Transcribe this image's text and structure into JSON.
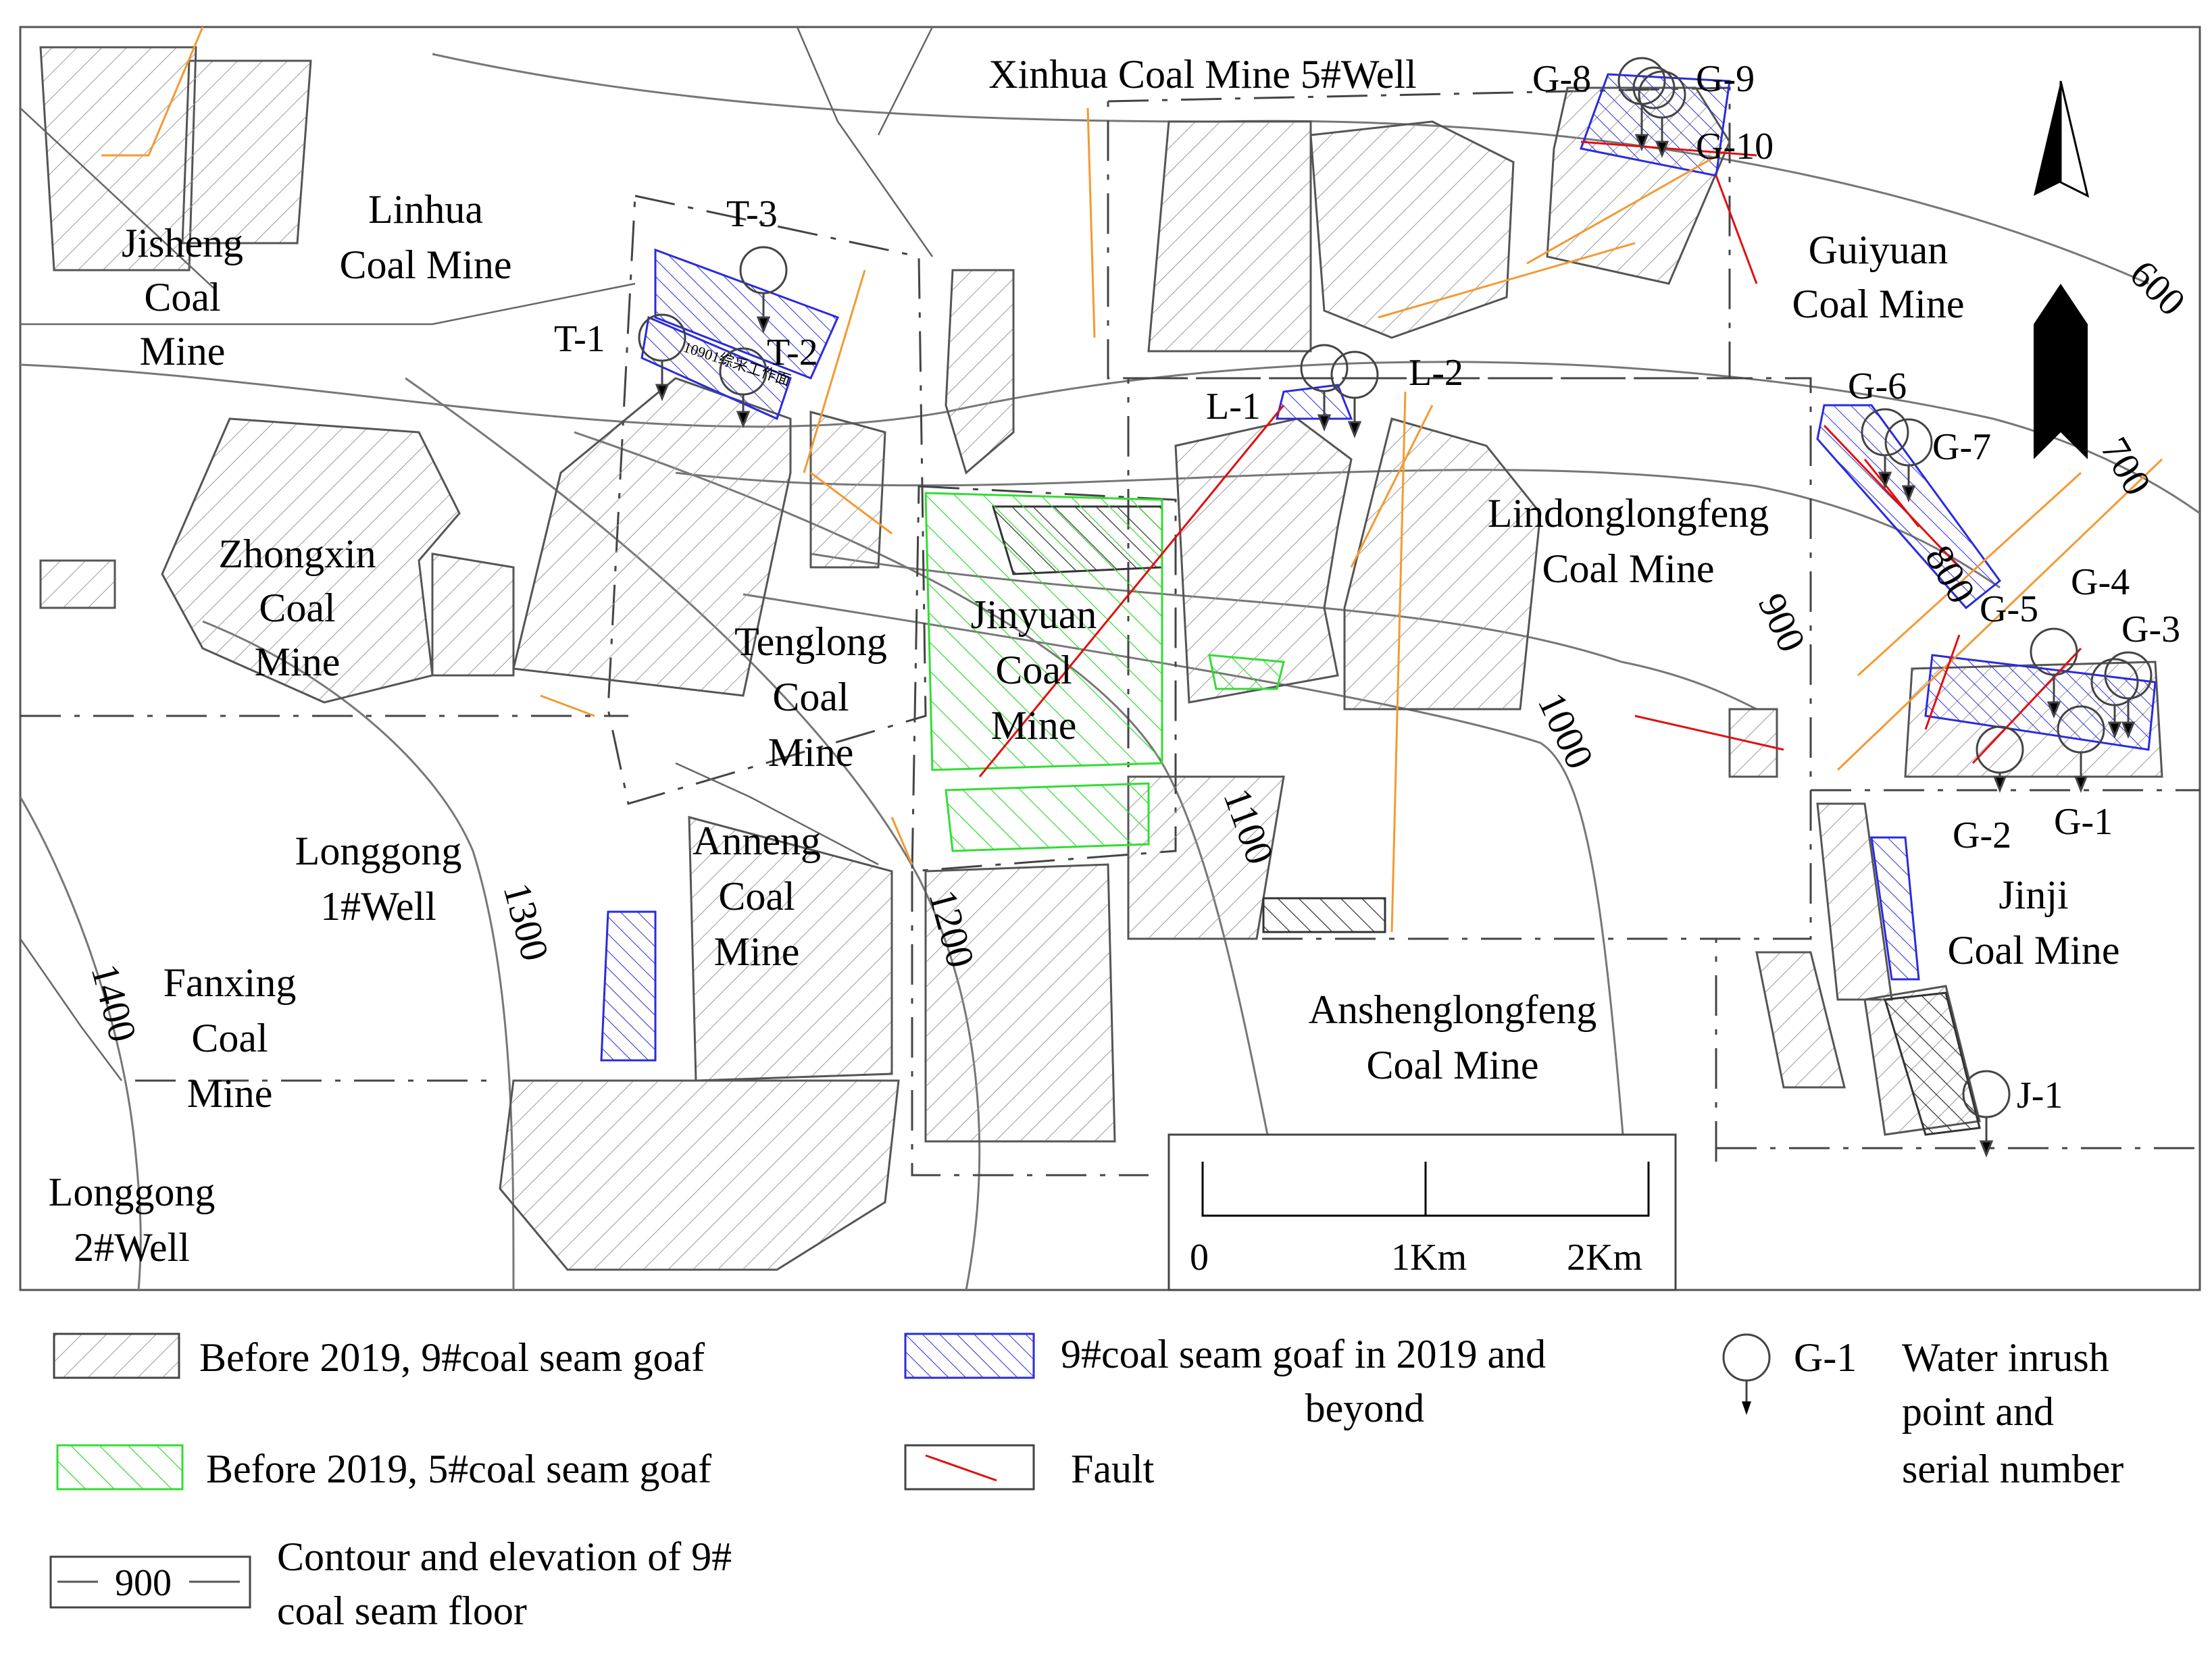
{
  "mines": [
    {
      "id": "jisheng",
      "lines": [
        "Jisheng",
        "Coal",
        "Mine"
      ]
    },
    {
      "id": "linhua",
      "lines": [
        "Linhua",
        "Coal Mine"
      ]
    },
    {
      "id": "xinhua",
      "lines": [
        "Xinhua Coal Mine 5#Well"
      ]
    },
    {
      "id": "guiyuan",
      "lines": [
        "Guiyuan",
        "Coal Mine"
      ]
    },
    {
      "id": "zhongxin",
      "lines": [
        "Zhongxin",
        "Coal",
        "Mine"
      ]
    },
    {
      "id": "tenglong",
      "lines": [
        "Tenglong",
        "Coal",
        "Mine"
      ]
    },
    {
      "id": "jinyuan",
      "lines": [
        "Jinyuan",
        "Coal",
        "Mine"
      ]
    },
    {
      "id": "lindonglongfeng",
      "lines": [
        "Lindonglongfeng",
        "Coal Mine"
      ]
    },
    {
      "id": "longgong1",
      "lines": [
        "Longgong",
        "1#Well"
      ]
    },
    {
      "id": "anneng",
      "lines": [
        "Anneng",
        "Coal",
        "Mine"
      ]
    },
    {
      "id": "fanxing",
      "lines": [
        "Fanxing",
        "Coal",
        "Mine"
      ]
    },
    {
      "id": "longgong2",
      "lines": [
        "Longgong",
        "2#Well"
      ]
    },
    {
      "id": "anshenglongfeng",
      "lines": [
        "Anshenglongfeng",
        "Coal Mine"
      ]
    },
    {
      "id": "jinji",
      "lines": [
        "Jinji",
        "Coal Mine"
      ]
    }
  ],
  "water_inrush_points": [
    "G-1",
    "G-2",
    "G-3",
    "G-4",
    "G-5",
    "G-6",
    "G-7",
    "G-8",
    "G-9",
    "G-10",
    "T-1",
    "T-2",
    "T-3",
    "L-1",
    "L-2",
    "J-1"
  ],
  "contours": [
    "600",
    "700",
    "800",
    "900",
    "1000",
    "1100",
    "1200",
    "1300",
    "1400"
  ],
  "scale_bar": {
    "labels": [
      "0",
      "1Km",
      "2Km"
    ]
  },
  "legend": {
    "goaf9_before": "Before 2019, 9#coal seam goaf",
    "goaf5_before": "Before 2019, 5#coal seam goaf",
    "goaf9_after_line1": "9#coal seam goaf in 2019 and",
    "goaf9_after_line2": "beyond",
    "fault": "Fault",
    "inrush_id": "G-1",
    "inrush_line1": "Water inrush",
    "inrush_line2": "point and",
    "inrush_line3": "serial number",
    "contour_value": "900",
    "contour_line1": "Contour and elevation of  9#",
    "contour_line2": "coal seam floor"
  },
  "workface_label": "10901综采工作面",
  "colors": {
    "goaf9_before": "#9a9a9a",
    "goaf5_before": "#33dd33",
    "goaf9_after": "#2b2bdd",
    "fault": "#e01010",
    "roadway": "#f39a33",
    "boundary": "#444444"
  }
}
